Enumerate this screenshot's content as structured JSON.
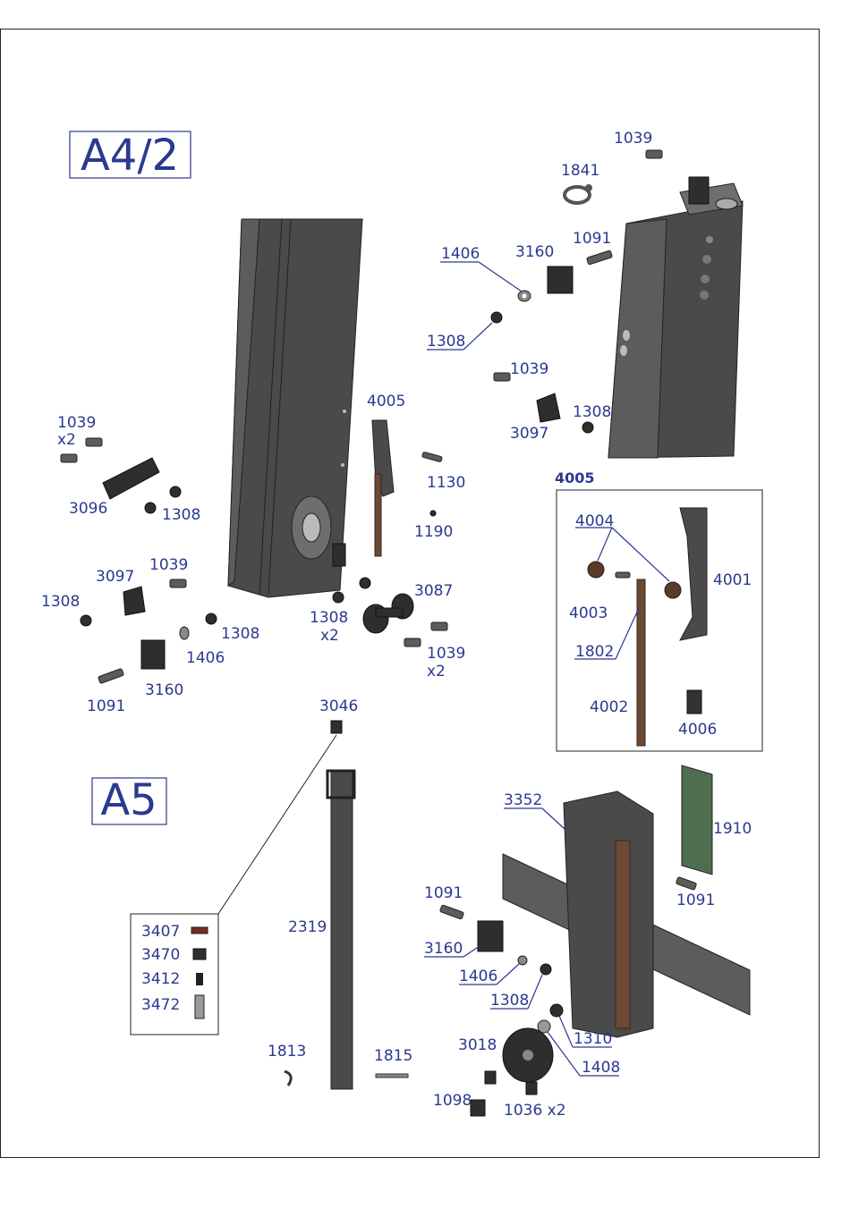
{
  "sections": {
    "a42": "A4/2",
    "a5": "A5",
    "detail_4005": "4005"
  },
  "labels": {
    "l1039_top": "1039",
    "l1841": "1841",
    "l1406_top": "1406",
    "l3160_top": "3160",
    "l1091_top": "1091",
    "l1308_a": "1308",
    "l1039_mid": "1039",
    "l1308_b": "1308",
    "l3097_top": "3097",
    "l4005": "4005",
    "l1039_left": "1039",
    "l_x2_left": "x2",
    "l1130": "1130",
    "l3096": "3096",
    "l1308_c": "1308",
    "l1190": "1190",
    "l3097_left": "3097",
    "l1039_l2": "1039",
    "l3087": "3087",
    "l1308_d": "1308",
    "l1308_e": "1308",
    "l1308_f": "1308",
    "l_x2_mid": "x2",
    "l1406_left": "1406",
    "l1039_r": "1039",
    "l_x2_r": "x2",
    "l3160_left": "3160",
    "l1091_left": "1091",
    "l3046": "3046",
    "l4004": "4004",
    "l4001": "4001",
    "l4003": "4003",
    "l1802": "1802",
    "l4002": "4002",
    "l4006": "4006",
    "l3352": "3352",
    "l1910": "1910",
    "l1091_a5": "1091",
    "l1091_a5b": "1091",
    "l2319": "2319",
    "l3160_a5": "3160",
    "l1406_a5": "1406",
    "l1308_a5": "1308",
    "l1310": "1310",
    "l3018": "3018",
    "l1408": "1408",
    "l1813": "1813",
    "l1815": "1815",
    "l1098": "1098",
    "l1036": "1036 x2"
  },
  "kit_3046": [
    "3407",
    "3470",
    "3412",
    "3472"
  ],
  "colors": {
    "label_blue": "#2b3990",
    "metal_grey": "#4a4a4a",
    "rod_brown": "#6b4a35",
    "panel_green": "#4f6e4f"
  }
}
